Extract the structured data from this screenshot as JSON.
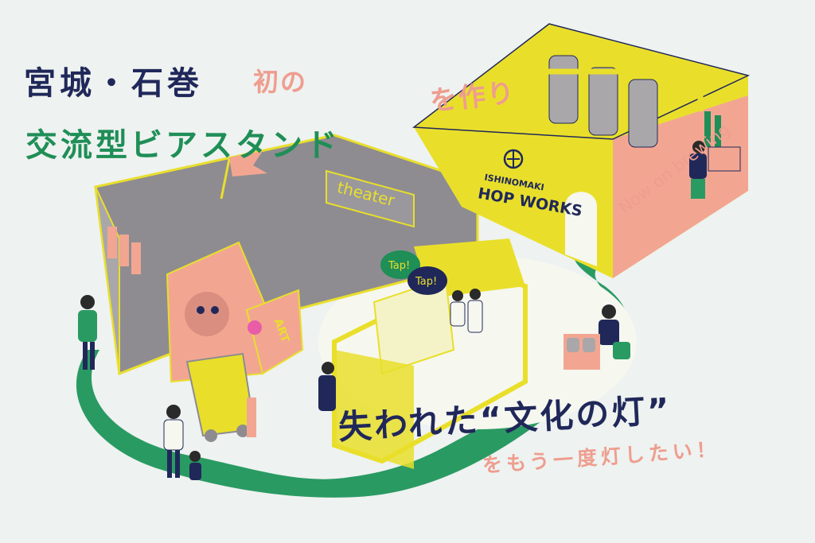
{
  "headline": {
    "line1_main": "宮城・石巻",
    "line1_suffix": "初の",
    "line2_main": "交流型ビアスタンド",
    "line2_suffix": "を作り",
    "line3": "失われた“文化の灯”",
    "line4": "をもう一度灯したい！"
  },
  "signs": {
    "theater": "theater",
    "art": "ART",
    "brand_top": "ISHINOMAKI",
    "brand_main": "HOP WORKS",
    "bubble1": "Tap!",
    "bubble2": "Tap!",
    "now_brewing": "Now on brewing"
  },
  "colors": {
    "background": "#eef2f0",
    "navy": "#20285a",
    "green": "#1f8e57",
    "pink": "#ee9d8f",
    "yellow": "#e9df2b",
    "gray": "#8e8c90",
    "salmon": "#f2a692"
  }
}
